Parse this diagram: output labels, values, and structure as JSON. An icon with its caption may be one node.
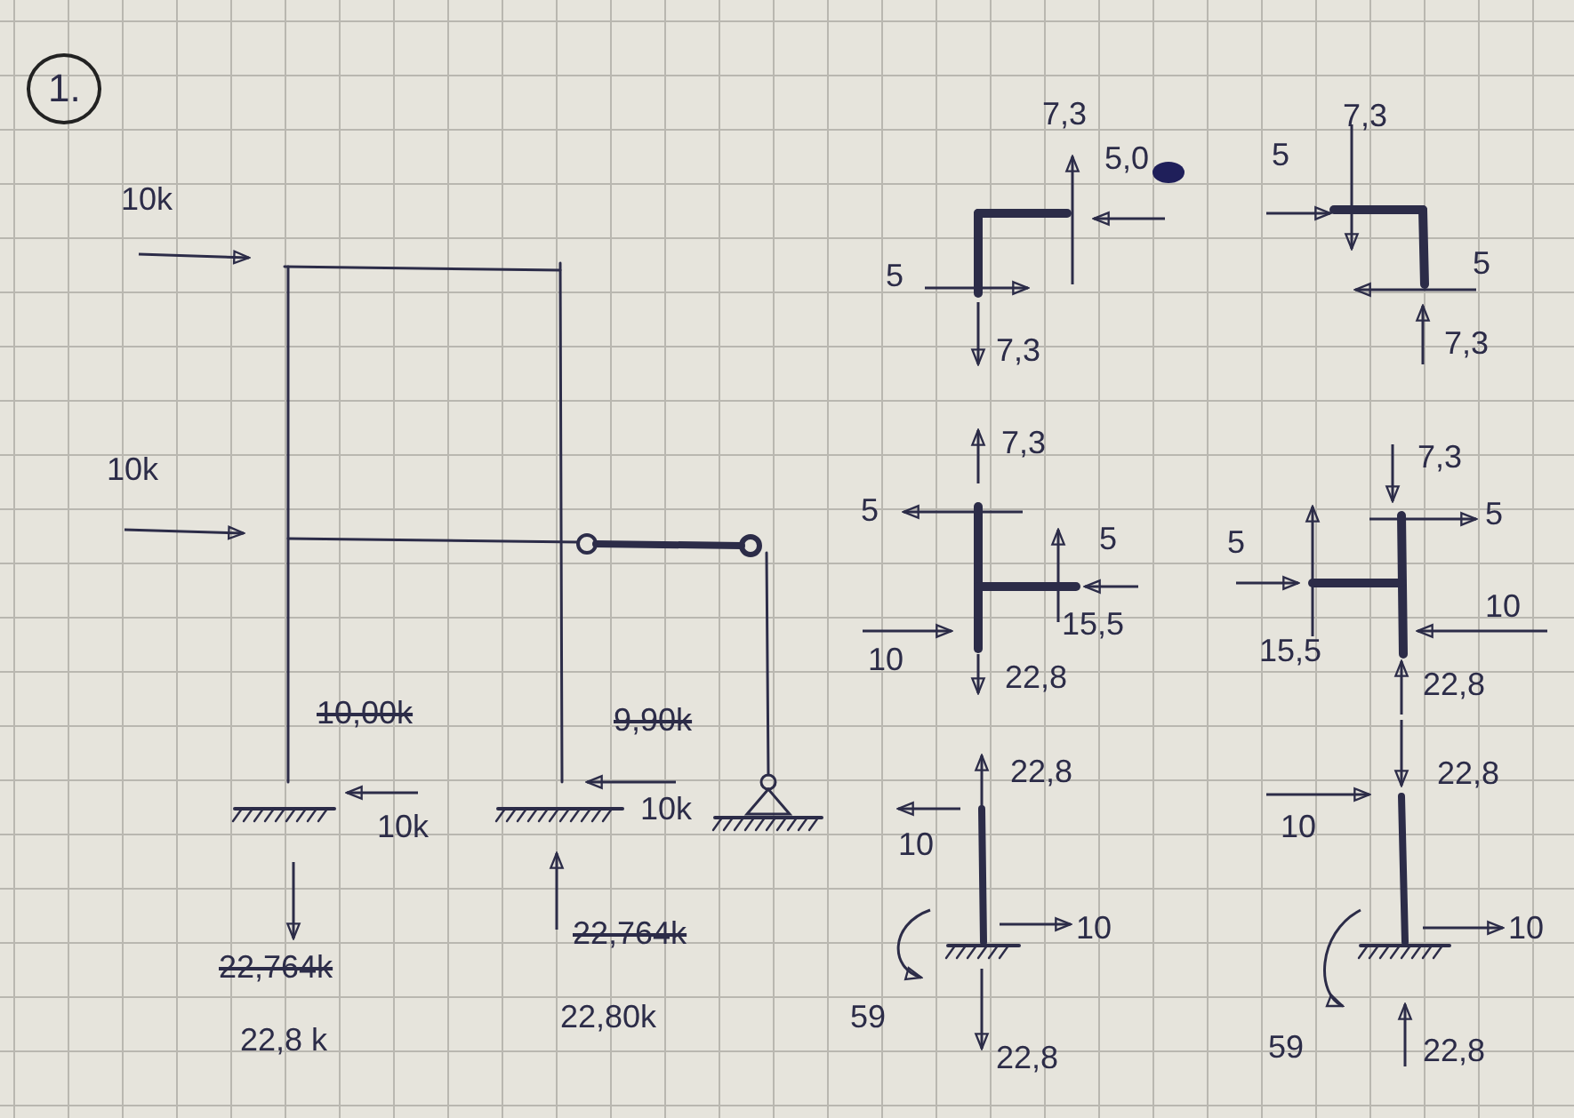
{
  "diagram": {
    "labels": [
      "1.",
      "10k",
      "7,3",
      "5,0",
      "7,3",
      "5",
      "5",
      "5",
      "7,3",
      "7,3",
      "10k",
      "7,3",
      "7,3",
      "5",
      "5",
      "5",
      "5",
      "10",
      "15,5",
      "10",
      "15,5",
      "22,8",
      "22,8",
      "10,00k",
      "9,90k",
      "22,8",
      "22,8",
      "10k",
      "10k",
      "10",
      "10",
      "10",
      "10",
      "22,764k",
      "22,764k",
      "22,8 k",
      "22,80k",
      "59",
      "22,8",
      "59",
      "22,8"
    ]
  }
}
